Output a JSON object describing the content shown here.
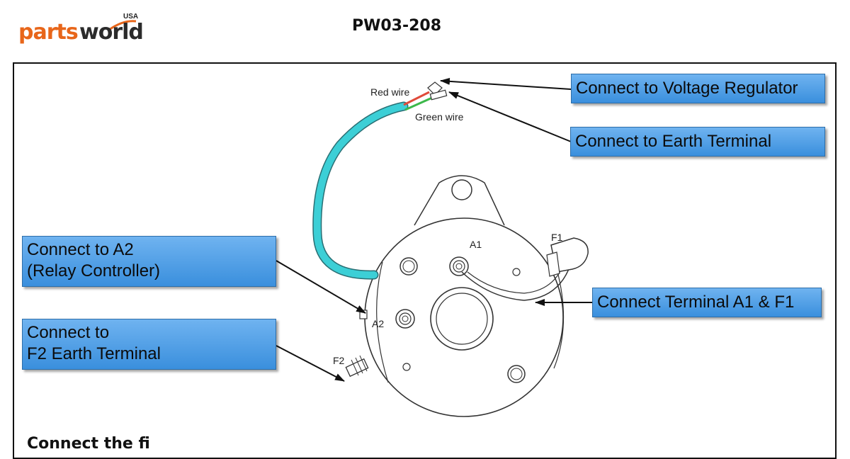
{
  "logo": {
    "parts": "parts",
    "world": "world",
    "usa": "USA"
  },
  "title": "PW03-208",
  "callouts": {
    "voltage_regulator": "Connect to Voltage Regulator",
    "earth_terminal": "Connect to Earth Terminal",
    "a2_line1": "Connect to A2",
    "a2_line2": "(Relay Controller)",
    "f2_line1": "Connect to",
    "f2_line2": "F2 Earth Terminal",
    "a1_f1": "Connect Terminal A1 & F1"
  },
  "labels": {
    "red_wire": "Red wire",
    "green_wire": "Green wire",
    "a1": "A1",
    "f1": "F1",
    "a2": "A2",
    "f2": "F2"
  },
  "colors": {
    "logo_orange": "#e8661a",
    "callout_blue": "#4a9be6",
    "cable_cyan": "#3ccfd6",
    "red_wire": "#e04a3a",
    "green_wire": "#3cb84a"
  },
  "bottom_text": "Connect the fi"
}
